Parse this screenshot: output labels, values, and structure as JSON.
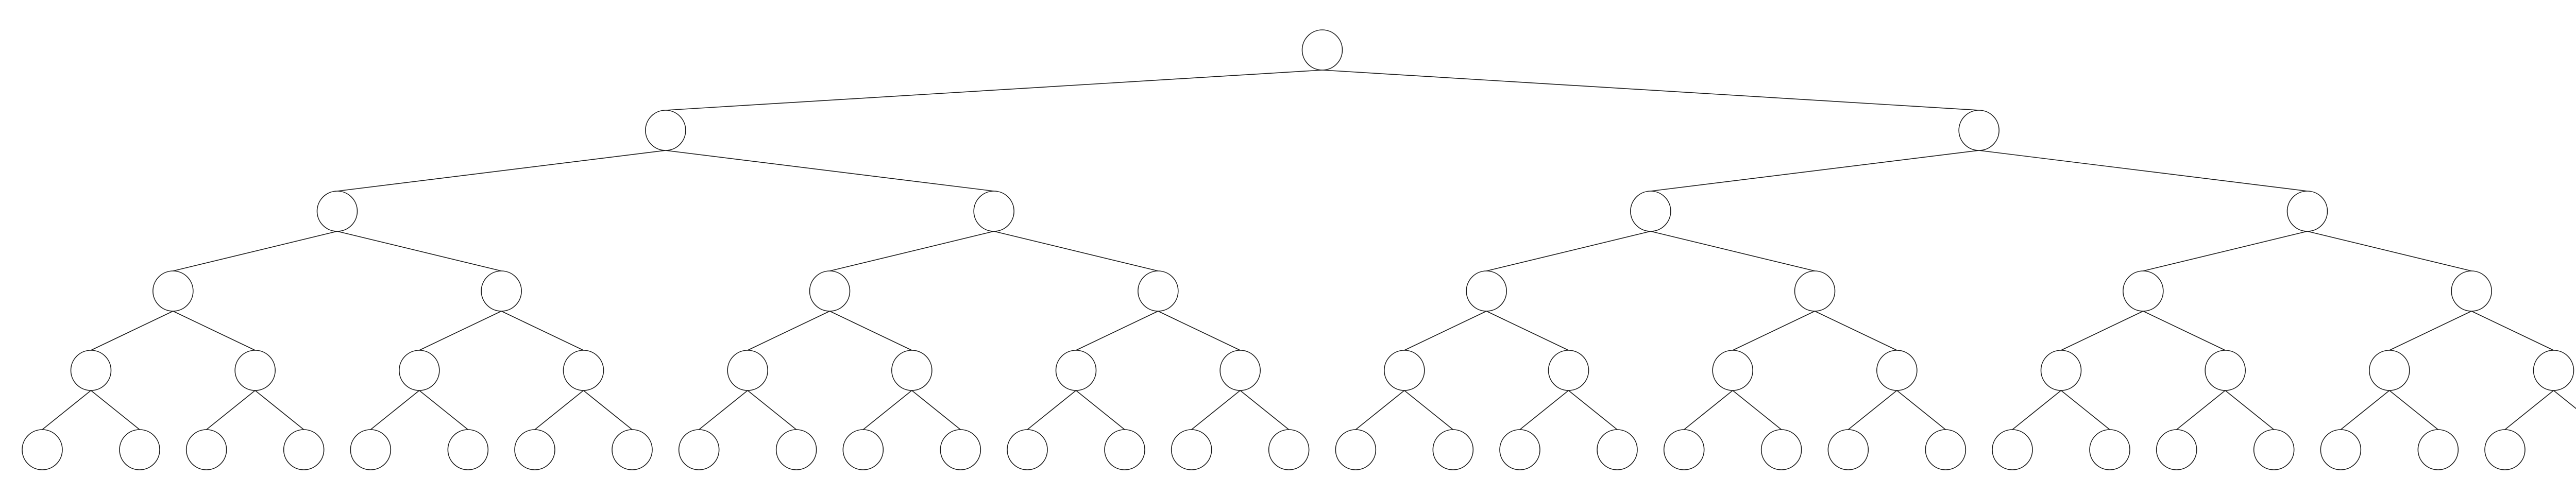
{
  "diagram": {
    "type": "complete-binary-tree",
    "depth": 5,
    "levels": 6,
    "node_count": 63,
    "leaf_count": 32,
    "node_labels": [],
    "colors": {
      "background": "#ffffff",
      "stroke": "#1a1a1a",
      "node_fill": "#ffffff"
    }
  }
}
